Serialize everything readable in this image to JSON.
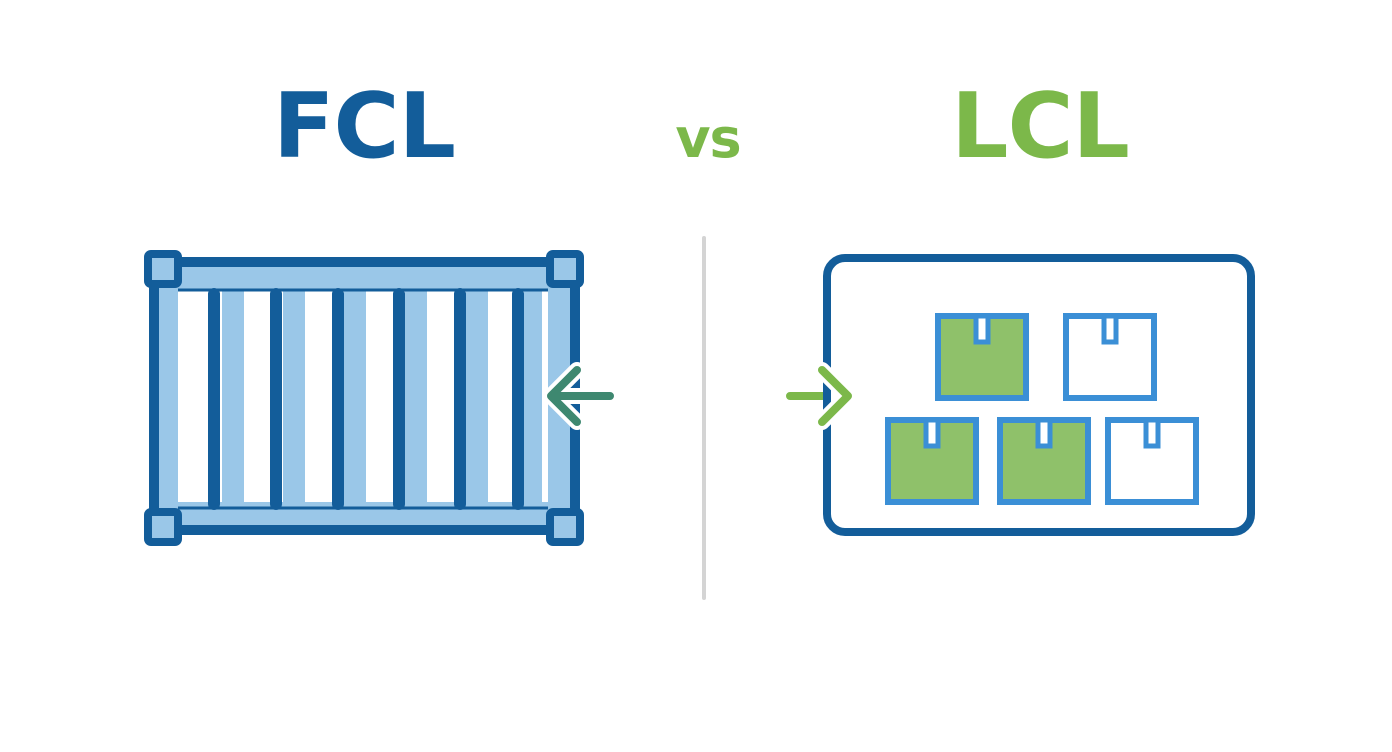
{
  "titles": {
    "left": "FCL",
    "middle": "vs",
    "right": "LCL"
  },
  "colors": {
    "fcl_blue": "#135d9a",
    "light_blue": "#9ac7e8",
    "green": "#7cb84a",
    "box_green": "#8fc16a",
    "box_blue": "#3b8fd6",
    "teal_arrow": "#3e8870",
    "divider": "#d4d4d4",
    "background": "#ffffff"
  },
  "icons": {
    "left": "shipping-container-icon",
    "left_arrow": "arrow-left-icon",
    "right_arrow": "arrow-right-icon",
    "right": "container-with-boxes-icon",
    "box": "package-box-icon"
  },
  "lcl_boxes": {
    "filled": [
      true,
      false,
      true,
      true,
      false
    ]
  }
}
